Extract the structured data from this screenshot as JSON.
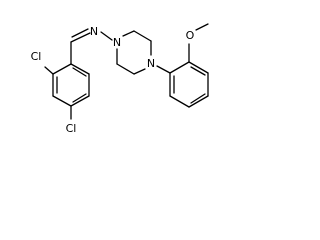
{
  "molecule": {
    "atoms": {
      "cl_top": "Cl",
      "cl_bottom": "Cl",
      "n_imine": "N",
      "n_ring_1": "N",
      "n_ring_4": "N",
      "o_methoxy": "O"
    }
  }
}
